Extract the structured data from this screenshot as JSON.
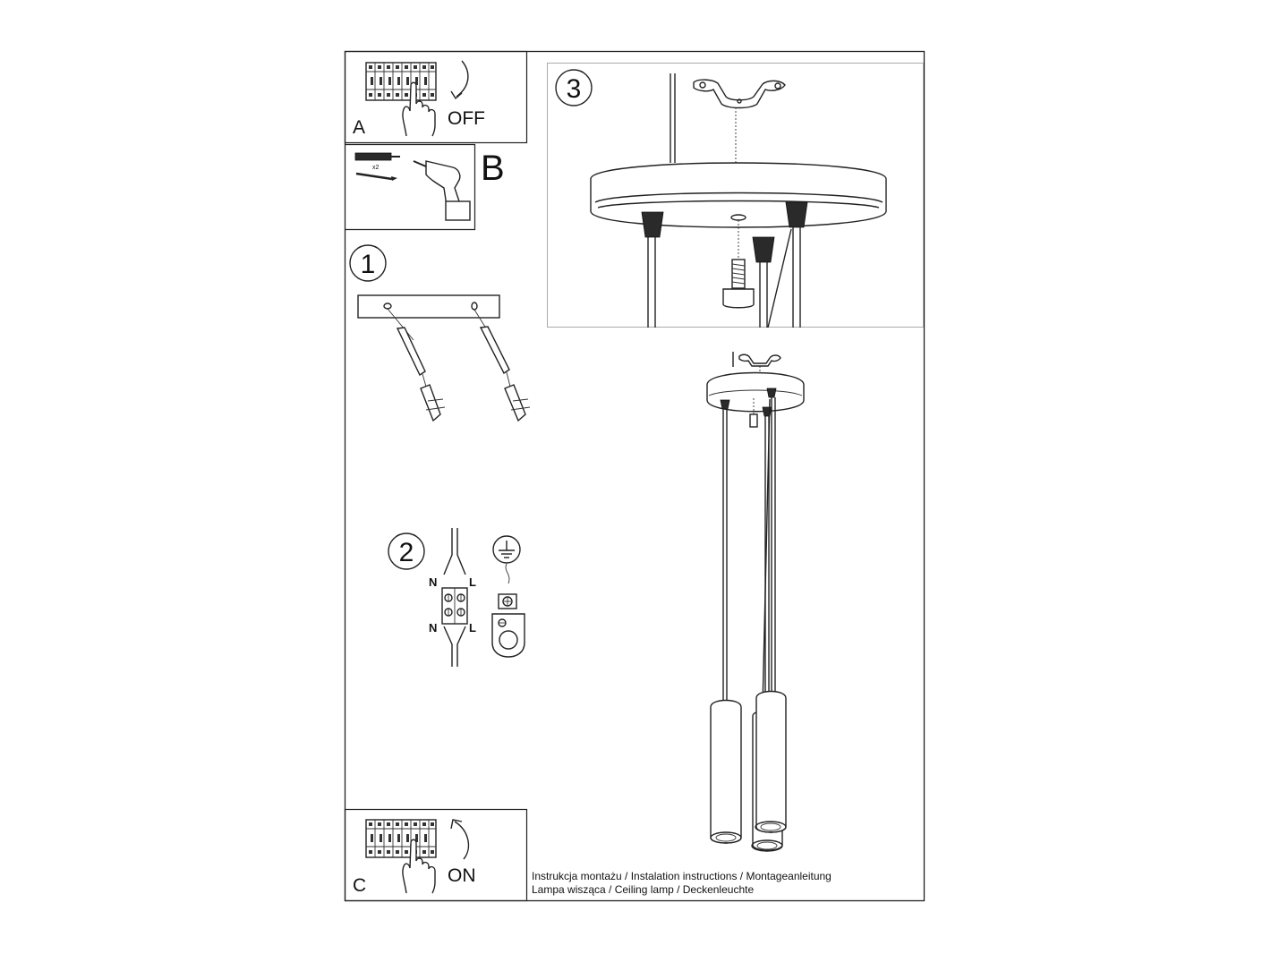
{
  "panel_a": {
    "letter": "A",
    "caption": "OFF"
  },
  "panel_b": {
    "letter": "B",
    "multiplier": "x2"
  },
  "panel_c": {
    "letter": "C",
    "caption": "ON"
  },
  "step_1": {
    "number": "1"
  },
  "step_2": {
    "number": "2",
    "labels": {
      "n_top": "N",
      "l_top": "L",
      "n_bottom": "N",
      "l_bottom": "L"
    }
  },
  "step_3": {
    "number": "3"
  },
  "footer": {
    "line1": "Instrukcja montażu / Instalation instructions / Montageanleitung",
    "line2": "Lampa wisząca / Ceiling lamp / Deckenleuchte"
  },
  "icons": [
    "fuse-box-icon",
    "hand-pointer-icon",
    "arrow-down-icon",
    "arrow-up-icon",
    "wall-plug-icon",
    "screw-icon",
    "drill-icon",
    "earth-ground-icon",
    "terminal-block-icon",
    "ground-terminal-icon"
  ]
}
